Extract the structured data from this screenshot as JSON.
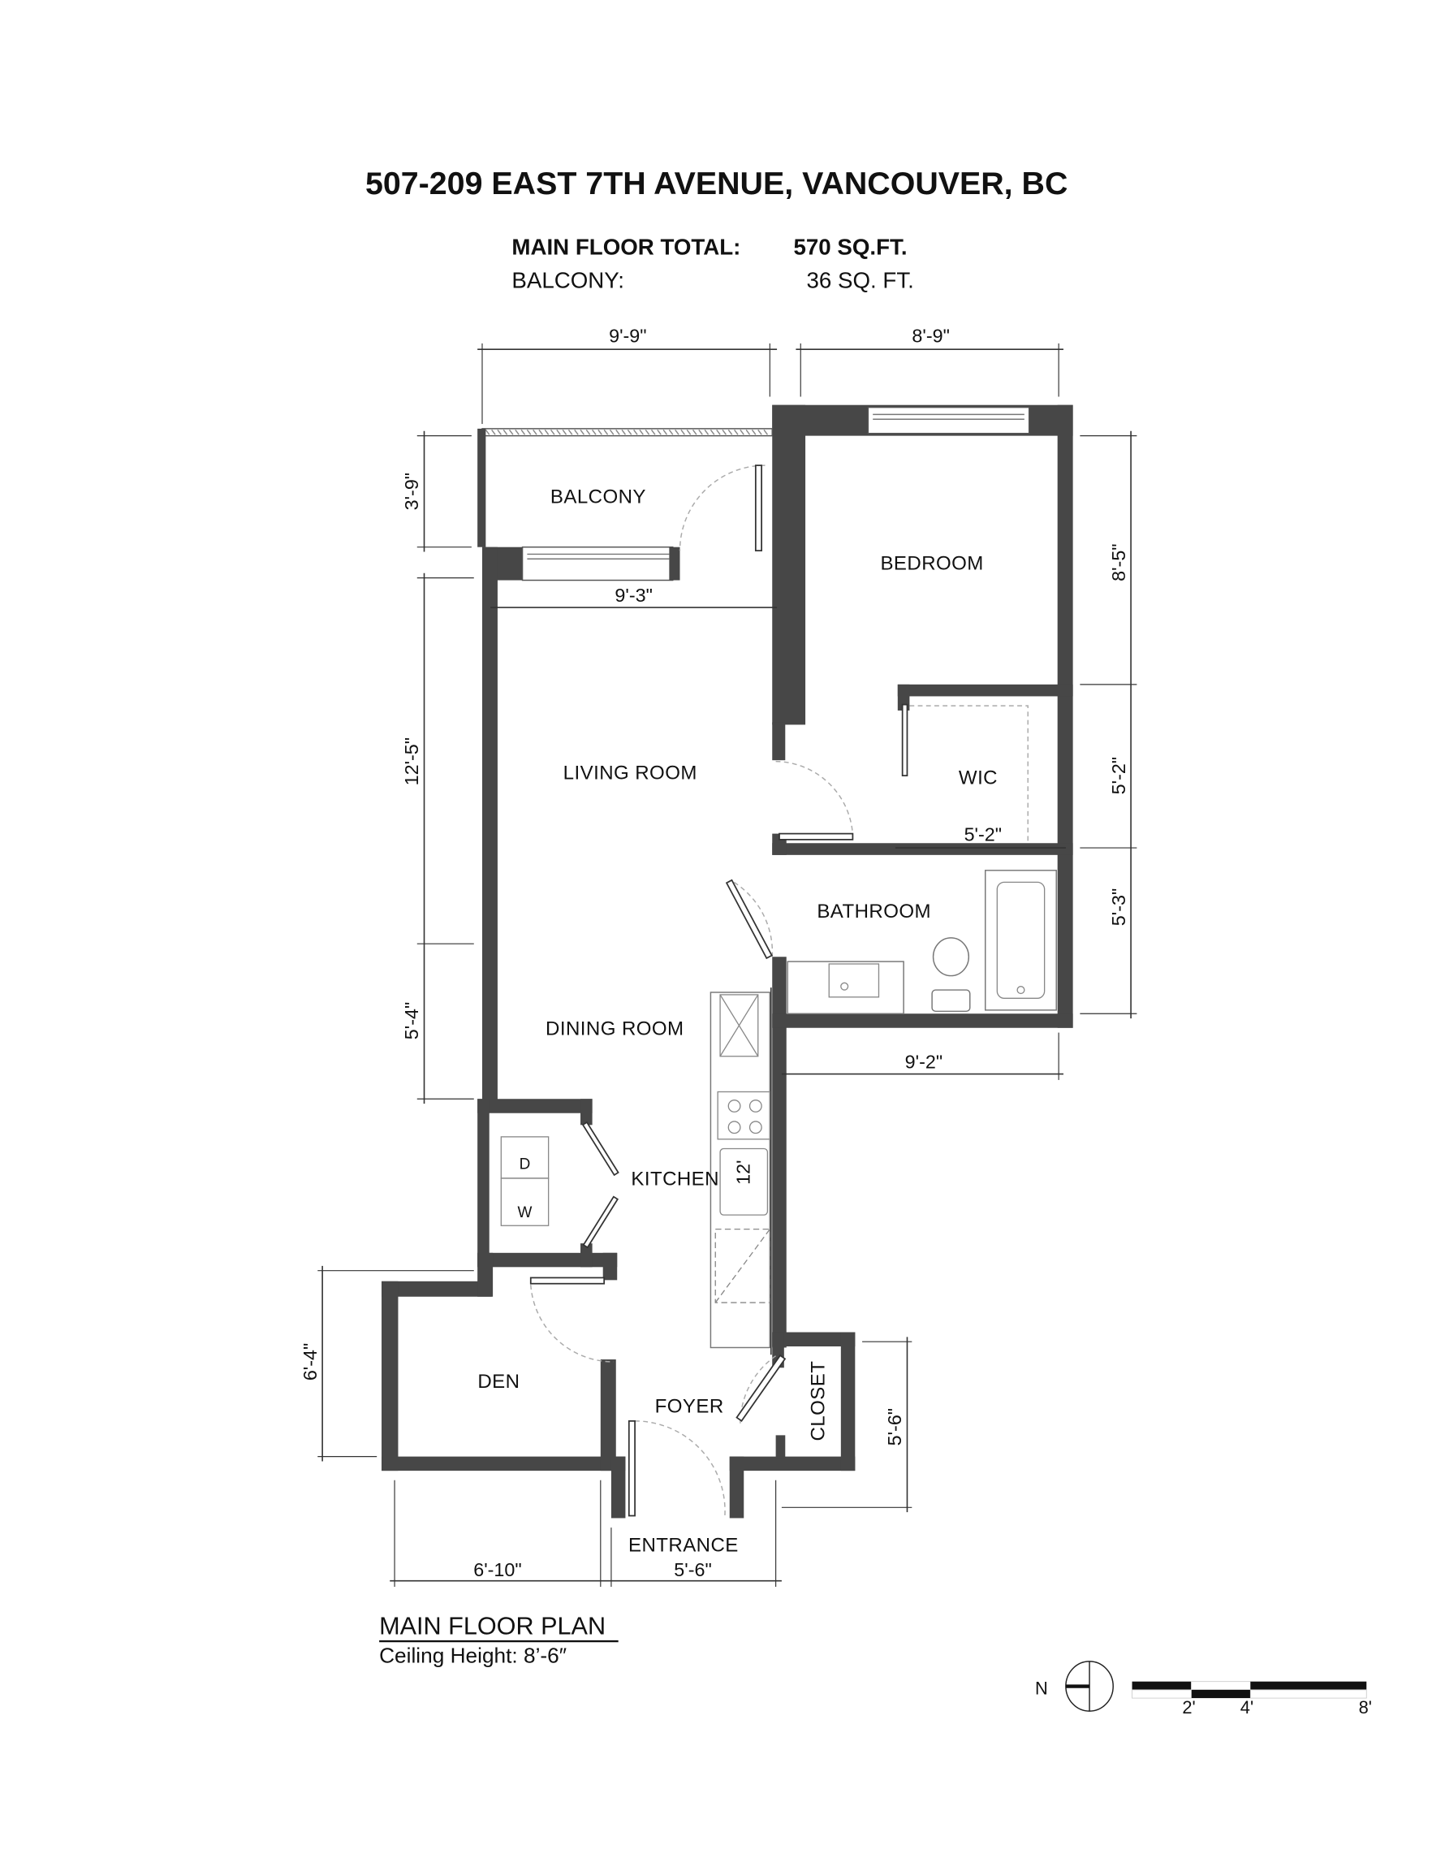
{
  "title": "507-209 EAST 7TH AVENUE, VANCOUVER, BC",
  "area": {
    "main_label": "MAIN FLOOR TOTAL:",
    "main_value": "570 SQ.FT.",
    "balcony_label": "BALCONY:",
    "balcony_value": "36 SQ. FT."
  },
  "rooms": {
    "balcony": "BALCONY",
    "bedroom": "BEDROOM",
    "wic": "WIC",
    "living": "LIVING ROOM",
    "bathroom": "BATHROOM",
    "dining": "DINING ROOM",
    "kitchen": "KITCHEN",
    "den": "DEN",
    "foyer": "FOYER",
    "closet": "CLOSET",
    "entrance": "ENTRANCE"
  },
  "appliances": {
    "dryer": "D",
    "washer": "W"
  },
  "dimensions": {
    "balcony_width": "9'-9\"",
    "bedroom_width": "8'-9\"",
    "balcony_depth": "3'-9\"",
    "living_depth": "12'-5\"",
    "dining_depth": "5'-4\"",
    "living_width": "9'-3\"",
    "bedroom_depth": "8'-5\"",
    "wic_depth": "5'-2\"",
    "wic_width": "5'-2\"",
    "bathroom_depth": "5'-3\"",
    "bathroom_width": "9'-2\"",
    "den_depth": "6'-4\"",
    "closet_depth": "5'-6\"",
    "den_width": "6'-10\"",
    "entrance_width": "5'-6\"",
    "kitchen_length": "12'"
  },
  "legend": {
    "plan_title": "MAIN FLOOR PLAN",
    "ceiling_height": "Ceiling Height: 8’-6″",
    "north_label": "N",
    "scale_labels": [
      "2'",
      "4'",
      "8'"
    ]
  },
  "colors": {
    "wall": "#474747",
    "line": "#333333"
  }
}
